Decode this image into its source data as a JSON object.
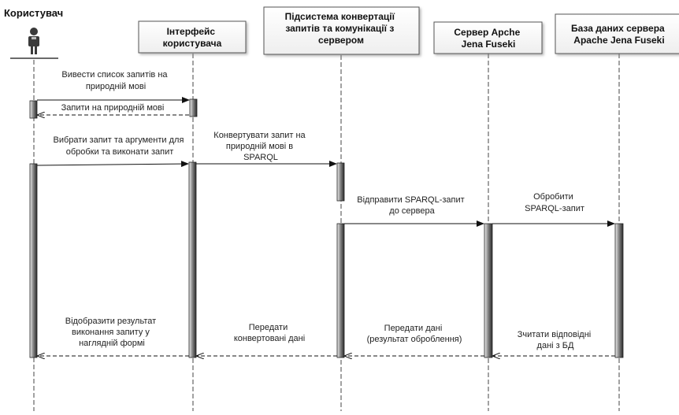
{
  "actor": {
    "name": "Користувач"
  },
  "participants": [
    {
      "id": "ui",
      "lines": [
        "Інтерфейс",
        "користувача"
      ]
    },
    {
      "id": "conv",
      "lines": [
        "Підсистема конвертації",
        "запитів та комунікації з",
        "сервером"
      ]
    },
    {
      "id": "server",
      "lines": [
        "Сервер Apche",
        "Jena Fuseki"
      ]
    },
    {
      "id": "db",
      "lines": [
        "База даних сервера",
        "Apache Jena Fuseki"
      ]
    }
  ],
  "messages": [
    {
      "id": "m1",
      "lines": [
        "Вивести список запитів на",
        "природній мові"
      ]
    },
    {
      "id": "m2",
      "lines": [
        "Запити на природній мові"
      ]
    },
    {
      "id": "m3",
      "lines": [
        "Вибрати запит та аргументи для",
        "обробки та виконати запит"
      ]
    },
    {
      "id": "m4",
      "lines": [
        "Конвертувати запит на",
        "природній мові в",
        "SPARQL"
      ]
    },
    {
      "id": "m5",
      "lines": [
        "Відправити SPARQL-запит",
        "до сервера"
      ]
    },
    {
      "id": "m6",
      "lines": [
        "Обробити",
        "SPARQL-запит"
      ]
    },
    {
      "id": "m7",
      "lines": [
        "Зчитати відповідні",
        "дані з БД"
      ]
    },
    {
      "id": "m8",
      "lines": [
        "Передати дані",
        "(результат оброблення)"
      ]
    },
    {
      "id": "m9",
      "lines": [
        "Передати",
        "конвертовані дані"
      ]
    },
    {
      "id": "m10",
      "lines": [
        "Відобразити результат",
        "виконання запиту у",
        "наглядній формі"
      ]
    }
  ]
}
